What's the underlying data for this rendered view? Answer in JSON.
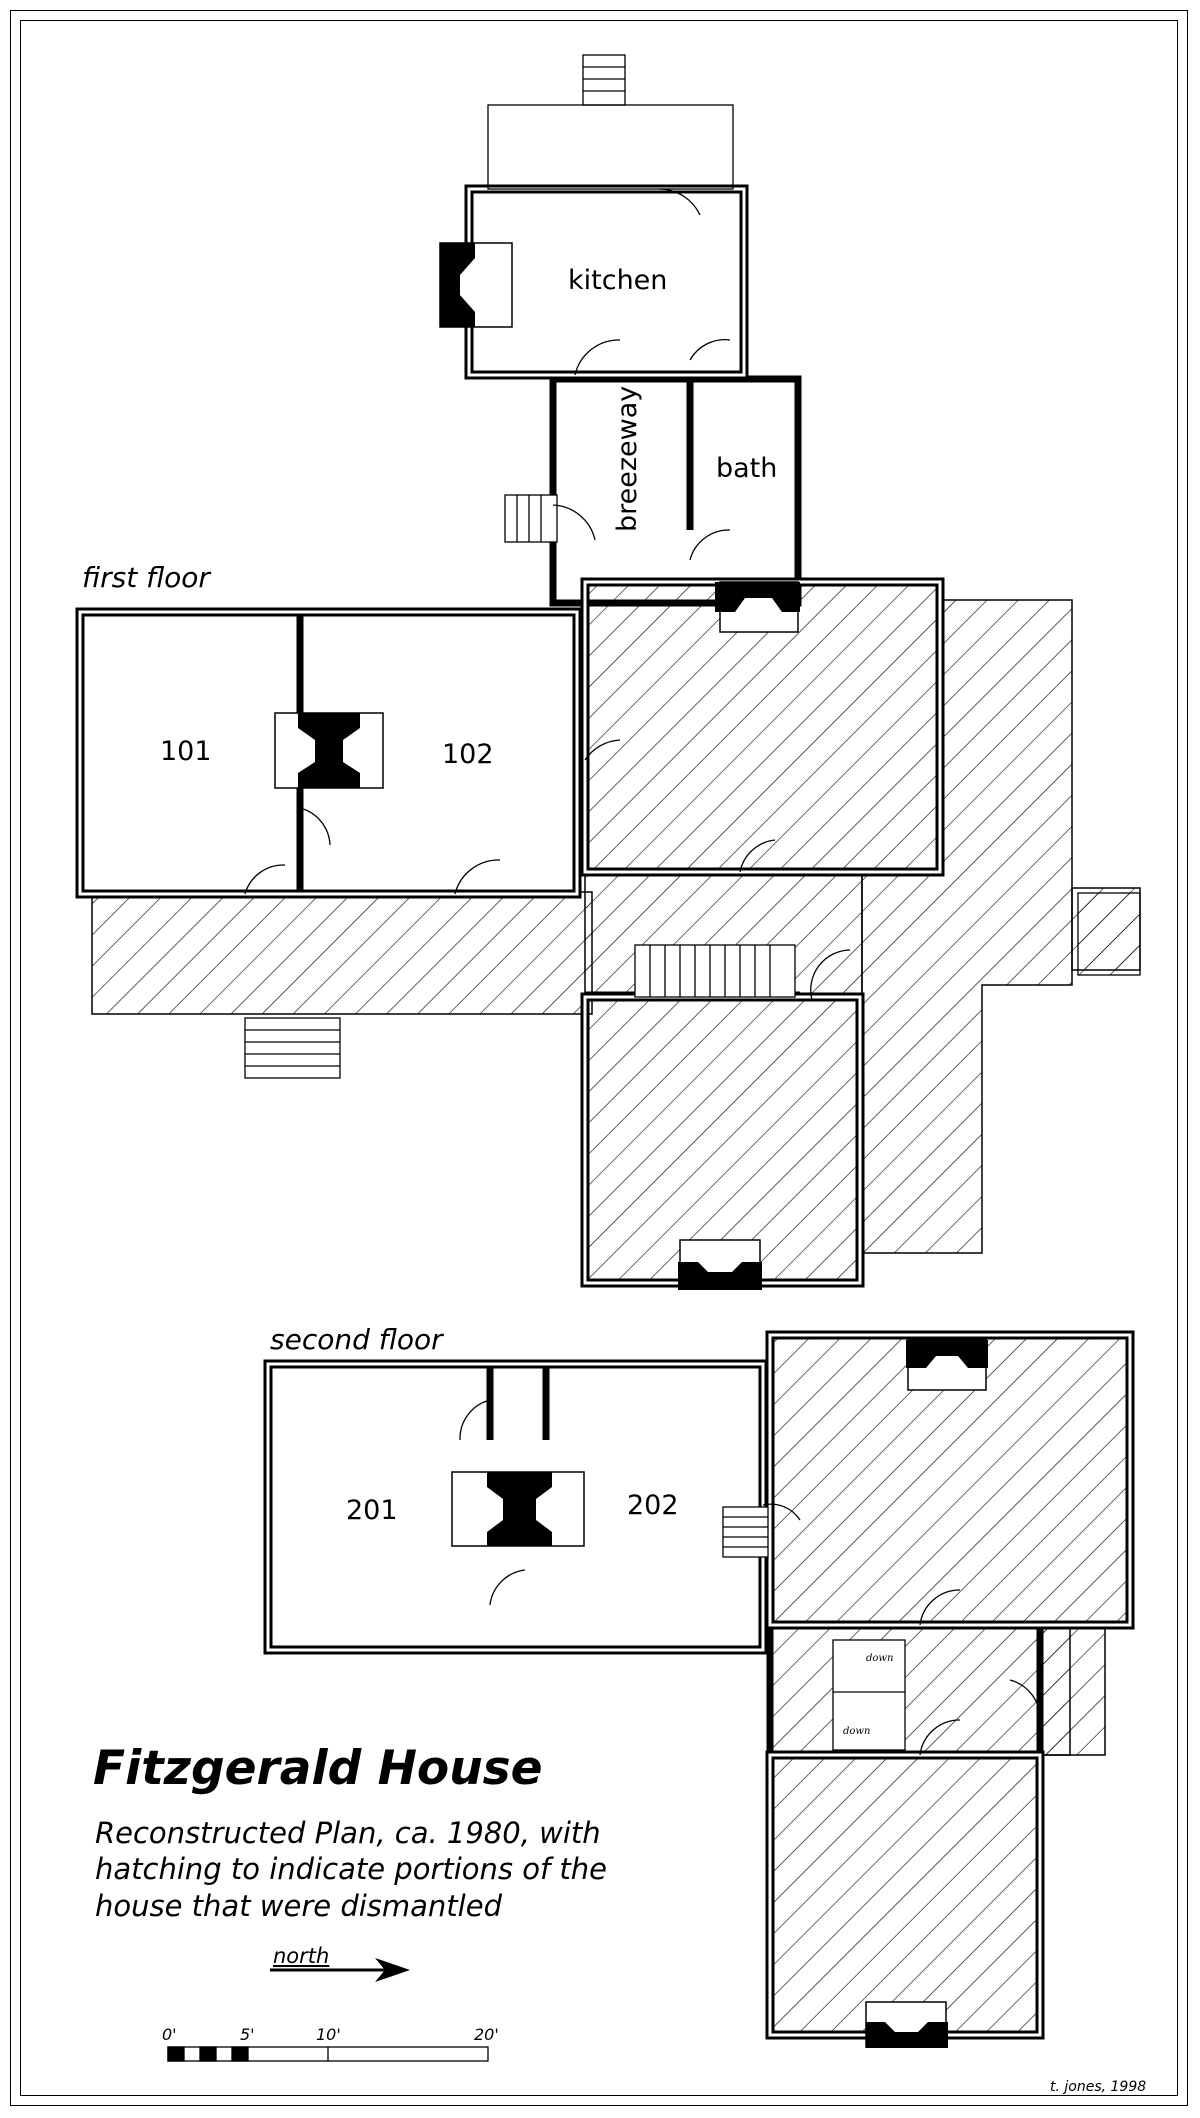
{
  "rooms": {
    "kitchen": "kitchen",
    "breezeway": "breezeway",
    "bath": "bath",
    "r101": "101",
    "r102": "102",
    "r201": "201",
    "r202": "202"
  },
  "floors": {
    "first": "first floor",
    "second": "second floor"
  },
  "stairs": {
    "down1": "down",
    "down2": "down"
  },
  "title": "Fitzgerald House",
  "subtitle": "Reconstructed Plan, ca. 1980, with\nhatching to indicate portions of the\nhouse that were dismantled",
  "north_label": "north",
  "scale_labels": [
    "0'",
    "5'",
    "10'",
    "20'"
  ],
  "credit": "t. jones, 1998",
  "colors": {
    "ink": "#000000",
    "paper": "#ffffff"
  }
}
